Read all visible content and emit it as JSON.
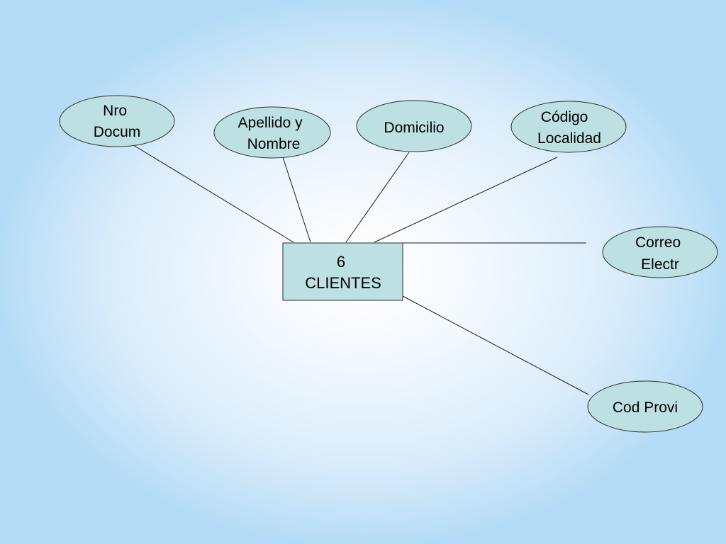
{
  "entity": {
    "lines": [
      "6",
      "CLIENTES"
    ]
  },
  "attributes": [
    {
      "id": "nro-docum",
      "lines": [
        "Nro",
        "Docum"
      ]
    },
    {
      "id": "apellido-nombre",
      "lines": [
        "Apellido y",
        "Nombre"
      ]
    },
    {
      "id": "domicilio",
      "lines": [
        "Domicilio"
      ]
    },
    {
      "id": "codigo-localidad",
      "lines": [
        "Código",
        "Localidad"
      ]
    },
    {
      "id": "correo-electr",
      "lines": [
        "Correo",
        "Electr"
      ]
    },
    {
      "id": "cod-provi",
      "lines": [
        "Cod Provi"
      ]
    }
  ],
  "colors": {
    "shape_fill": "#bde0e3",
    "shape_stroke": "#2e2e2e",
    "connector": "#1a1a1a"
  }
}
